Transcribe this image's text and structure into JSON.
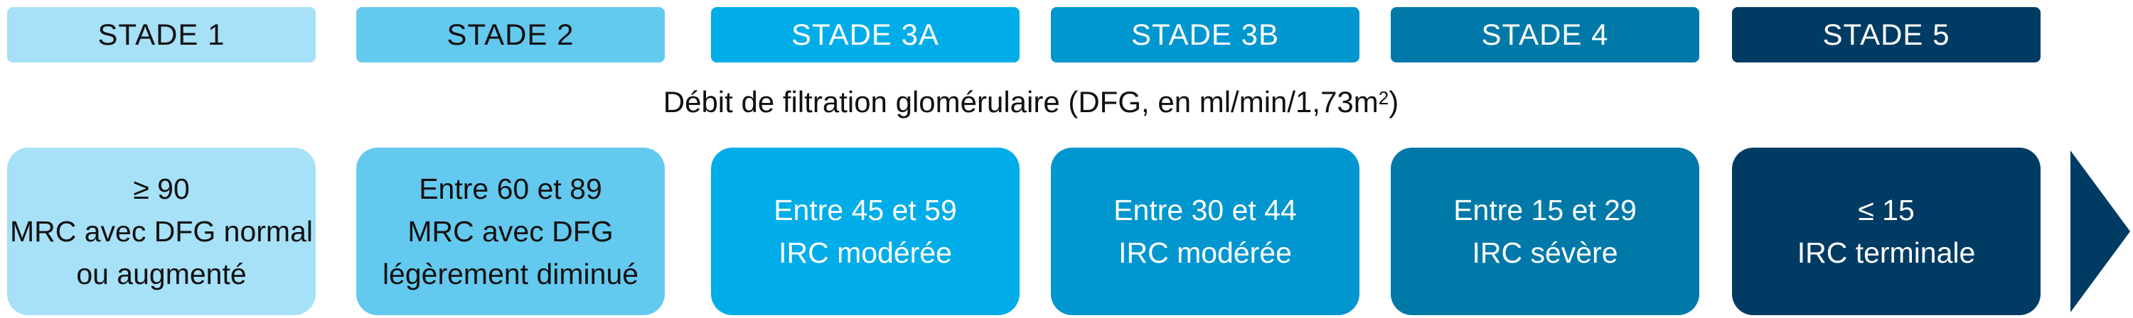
{
  "subtitle": {
    "text": "Débit de filtration glomérulaire (DFG, en ml/min/1,73m",
    "superscript": "2",
    "suffix": ")"
  },
  "stages": [
    {
      "label": "STADE 1",
      "lines": [
        "≥ 90",
        "MRC avec DFG normal",
        "ou augmenté"
      ],
      "header_color": "#a6e1f8",
      "box_color": "#a6e1f8",
      "text_color": "#111111"
    },
    {
      "label": "STADE 2",
      "lines": [
        "Entre 60 et 89",
        "MRC avec DFG",
        "légèrement diminué"
      ],
      "header_color": "#64c9ef",
      "box_color": "#64c9ef",
      "text_color": "#111111"
    },
    {
      "label": "STADE 3A",
      "lines": [
        "Entre 45 et 59",
        "IRC modérée"
      ],
      "header_color": "#00ade8",
      "box_color": "#00ade8",
      "text_color": "#ffffff"
    },
    {
      "label": "STADE 3B",
      "lines": [
        "Entre 30 et 44",
        "IRC modérée"
      ],
      "header_color": "#0096cf",
      "box_color": "#0096cf",
      "text_color": "#ffffff"
    },
    {
      "label": "STADE 4",
      "lines": [
        "Entre 15 et 29",
        "IRC sévère"
      ],
      "header_color": "#0079a9",
      "box_color": "#0079a9",
      "text_color": "#ffffff"
    },
    {
      "label": "STADE 5",
      "lines": [
        "≤ 15",
        "IRC terminale"
      ],
      "header_color": "#003b63",
      "box_color": "#003b63",
      "text_color": "#ffffff"
    }
  ],
  "arrow_color": "#003b63"
}
